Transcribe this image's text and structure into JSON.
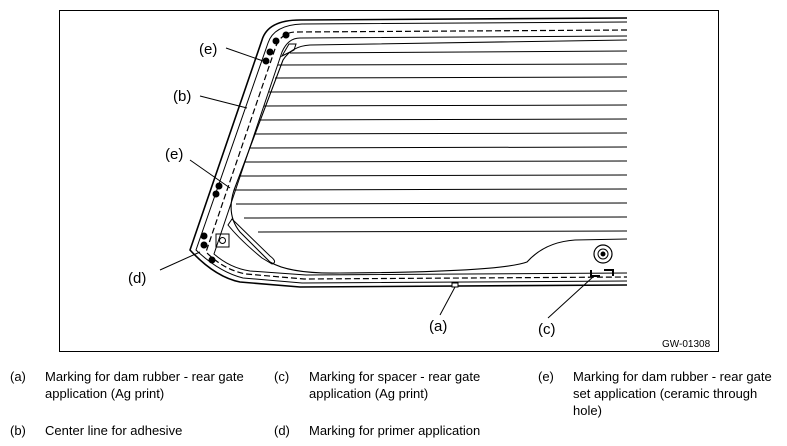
{
  "figure": {
    "callouts": {
      "e_top": "(e)",
      "b": "(b)",
      "e_mid": "(e)",
      "d": "(d)",
      "a": "(a)",
      "c": "(c)"
    },
    "figure_id": "GW-01308"
  },
  "legend": [
    {
      "key": "(a)",
      "text_1": "Marking for dam rubber - rear gate",
      "text_2": "application (Ag print)",
      "text_3": ""
    },
    {
      "key": "(b)",
      "text_1": "Center line for adhesive",
      "text_2": "",
      "text_3": ""
    },
    {
      "key": "(c)",
      "text_1": "Marking for spacer - rear gate",
      "text_2": "application (Ag print)",
      "text_3": ""
    },
    {
      "key": "(d)",
      "text_1": "Marking for primer application",
      "text_2": "",
      "text_3": ""
    },
    {
      "key": "(e)",
      "text_1": "Marking for dam rubber - rear gate",
      "text_2": "set application (ceramic through",
      "text_3": "hole)"
    }
  ]
}
